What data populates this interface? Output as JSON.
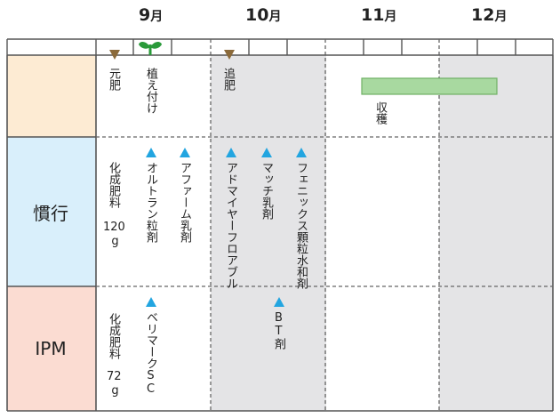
{
  "months": [
    {
      "num": "9",
      "unit": "月"
    },
    {
      "num": "10",
      "unit": "月"
    },
    {
      "num": "11",
      "unit": "月"
    },
    {
      "num": "12",
      "unit": "月"
    }
  ],
  "rows": {
    "conventional": "慣行",
    "ipm": "IPM"
  },
  "schedule": {
    "base_fertilizer": "元肥",
    "planting": "植え付け",
    "top_dressing": "追肥",
    "harvest": "収穫"
  },
  "conventional": {
    "fertilizer_line1": "化成肥料",
    "fertilizer_line2": "120",
    "fertilizer_unit": "g",
    "pesticides": [
      "オルトラン粒剤",
      "アファーム乳剤",
      "アドマイヤーフロアブル",
      "マッチ乳剤",
      "フェニックス顆粒水和剤"
    ]
  },
  "ipm": {
    "fertilizer_line1": "化成肥料",
    "fertilizer_line2": "72",
    "fertilizer_unit": "g",
    "pesticides": [
      "ベリマークSC",
      "BT剤"
    ]
  },
  "colors": {
    "schedule_row": "#fdebd3",
    "conventional_row": "#d9effb",
    "ipm_row": "#fbdcd2",
    "late_season_shade": "#e4e4e6",
    "harvest_bar": "#a8d9a0",
    "spray_marker": "#22a5e0",
    "fertilizer_marker": "#8b6a3a",
    "sprout": "#2a9a3a"
  }
}
